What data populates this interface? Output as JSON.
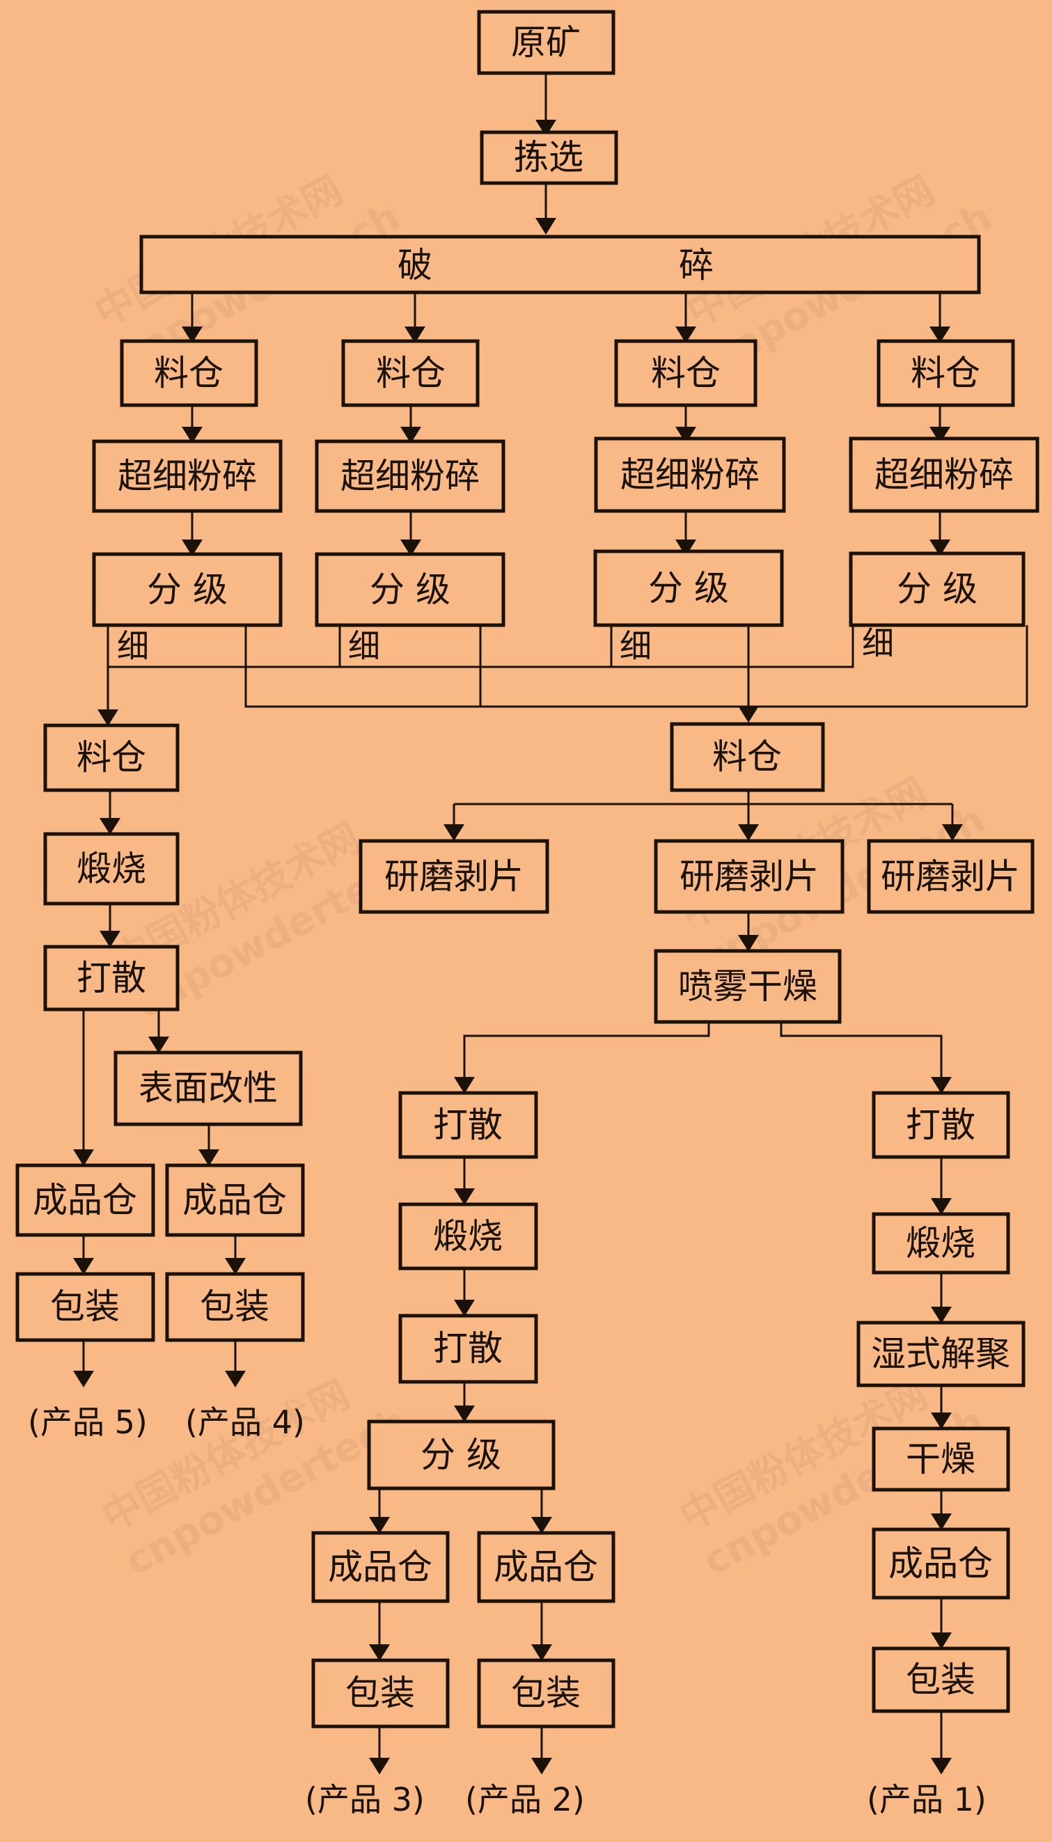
{
  "watermark": {
    "line1": "中国粉体技术网",
    "line2": "cnpowdertech"
  },
  "nodes": {
    "ore": "原矿",
    "sorting": "拣选",
    "crushing_left": "破",
    "crushing_right": "碎",
    "silo": "料仓",
    "ultrafine": "超细粉碎",
    "classify": "分 级",
    "fine": "细",
    "calcine": "煅烧",
    "break_up": "打散",
    "surface_mod": "表面改性",
    "product_silo": "成品仓",
    "packing": "包装",
    "grind_delam": "研磨剥片",
    "spray_dry": "喷雾干燥",
    "wet_deagg": "湿式解聚",
    "dry": "干燥"
  },
  "products": {
    "p1": "(产品 1)",
    "p2": "(产品 2)",
    "p3": "(产品 3)",
    "p4": "(产品 4)",
    "p5": "(产品 5)"
  }
}
